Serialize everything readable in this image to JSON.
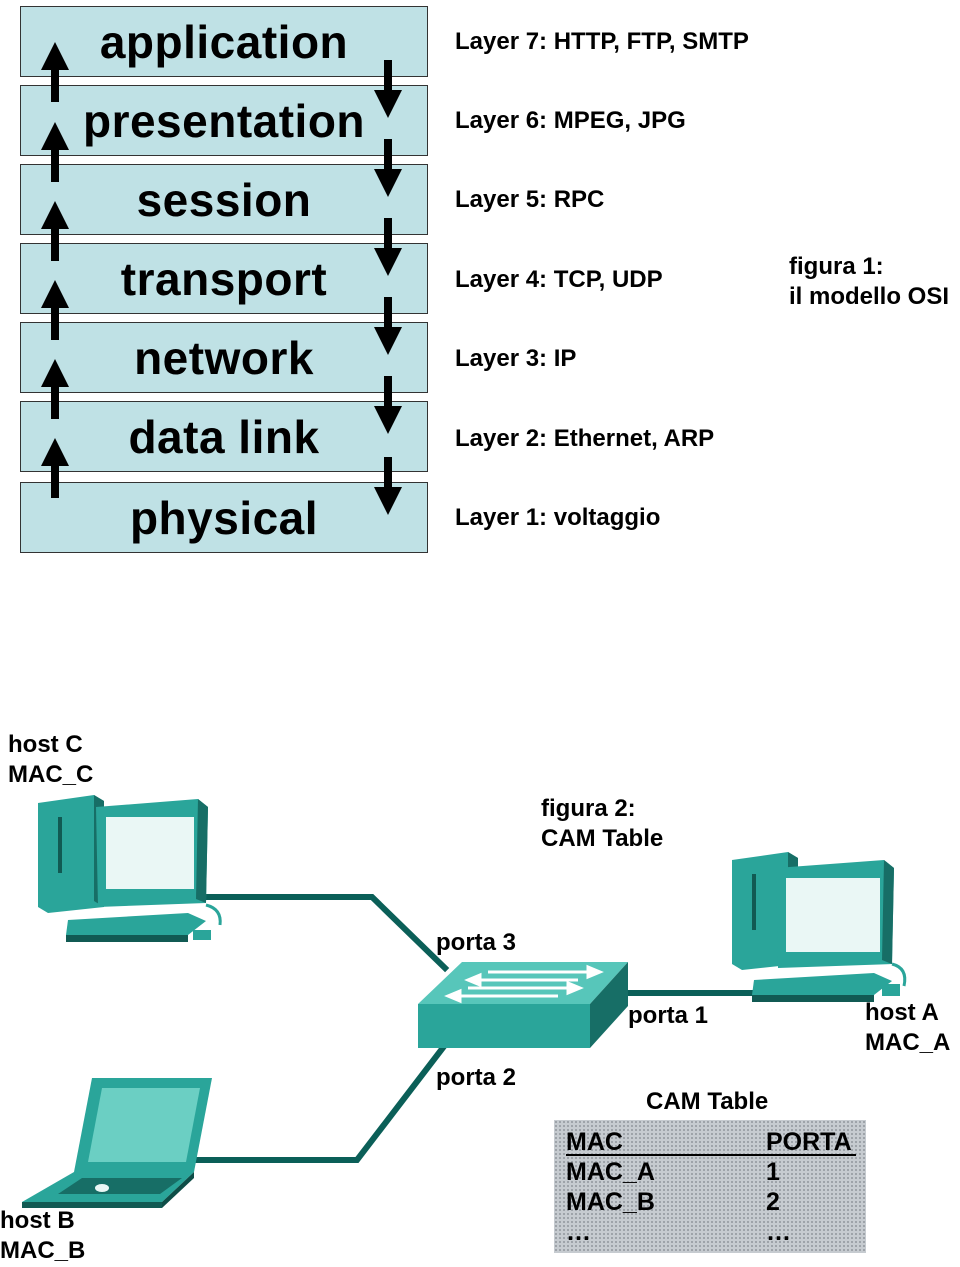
{
  "osi": {
    "layers": [
      {
        "name": "application",
        "desc": "Layer 7: HTTP, FTP, SMTP"
      },
      {
        "name": "presentation",
        "desc": "Layer 6: MPEG, JPG"
      },
      {
        "name": "session",
        "desc": "Layer 5: RPC"
      },
      {
        "name": "transport",
        "desc": "Layer 4: TCP, UDP"
      },
      {
        "name": "network",
        "desc": "Layer 3: IP"
      },
      {
        "name": "data link",
        "desc": "Layer 2: Ethernet, ARP"
      },
      {
        "name": "physical",
        "desc": "Layer 1: voltaggio"
      }
    ],
    "caption_line1": "figura 1:",
    "caption_line2": "il modello OSI"
  },
  "network": {
    "host_c": {
      "name": "host C",
      "mac": "MAC_C"
    },
    "host_a": {
      "name": "host A",
      "mac": "MAC_A"
    },
    "host_b": {
      "name": "host B",
      "mac": "MAC_B"
    },
    "caption_line1": "figura 2:",
    "caption_line2": "CAM Table",
    "port3": "porta 3",
    "port1": "porta 1",
    "port2": "porta 2"
  },
  "cam_table": {
    "title": "CAM Table",
    "headers": [
      "MAC",
      "PORTA"
    ],
    "rows": [
      [
        "MAC_A",
        "1"
      ],
      [
        "MAC_B",
        "2"
      ],
      [
        "…",
        "…"
      ]
    ]
  },
  "colors": {
    "layer_fill": "#bfe1e5",
    "device_teal": "#2aa59a",
    "cable": "#0b5f58"
  }
}
